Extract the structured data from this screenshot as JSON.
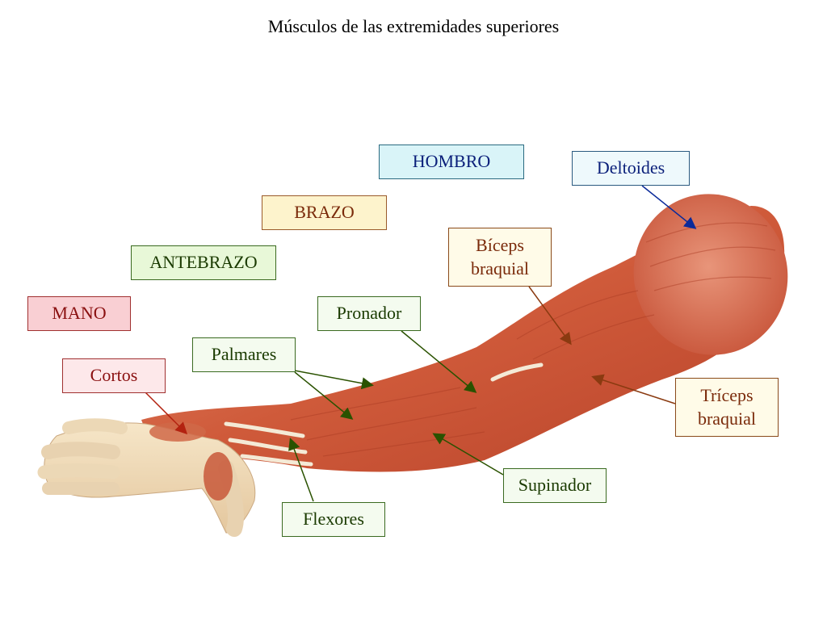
{
  "title": "Músculos de las extremidades superiores",
  "colors": {
    "region_hombro": "#d9f4f8",
    "region_brazo": "#fdf3cc",
    "region_antebrazo": "#e8f8d8",
    "region_mano": "#f9cfd3",
    "muscle_label": "#f4fbef",
    "arrow_blue": "#0a2a9a",
    "arrow_brown": "#8a3a10",
    "arrow_green": "#2a5200",
    "arrow_red": "#b32210"
  },
  "regions": {
    "hombro": "HOMBRO",
    "brazo": "BRAZO",
    "antebrazo": "ANTEBRAZO",
    "mano": "MANO"
  },
  "muscles": {
    "deltoides": "Deltoides",
    "biceps": "Bíceps\nbraquial",
    "pronador": "Pronador",
    "palmares": "Palmares",
    "cortos": "Cortos",
    "triceps": "Tríceps\nbraquial",
    "supinador": "Supinador",
    "flexores": "Flexores"
  }
}
